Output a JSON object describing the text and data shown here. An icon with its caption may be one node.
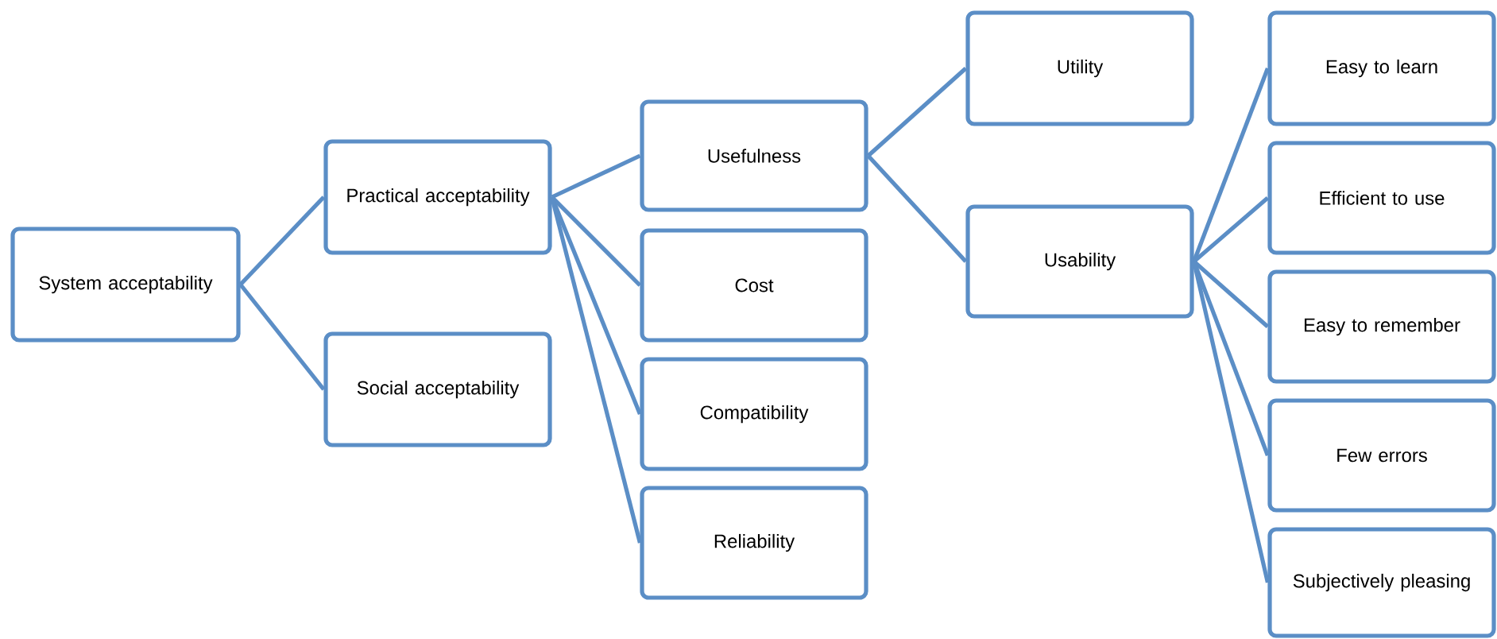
{
  "diagram": {
    "nodes": [
      {
        "text": [
          "System acceptability"
        ]
      },
      {
        "text": [
          "Practical acceptability"
        ]
      },
      {
        "text": [
          "Social acceptability"
        ]
      },
      {
        "text": [
          "Usefulness"
        ]
      },
      {
        "text": [
          "Cost"
        ]
      },
      {
        "text": [
          "Compatibility"
        ]
      },
      {
        "text": [
          "Reliability"
        ]
      },
      {
        "text": [
          "Utility"
        ]
      },
      {
        "text": [
          "Usability"
        ]
      },
      {
        "text": [
          "Easy to learn"
        ]
      },
      {
        "text": [
          "Efficient to use"
        ]
      },
      {
        "text": [
          "Easy to remember"
        ]
      },
      {
        "text": [
          "Few errors"
        ]
      },
      {
        "text": [
          "Subjectively pleasing"
        ]
      }
    ],
    "edges": [
      {
        "from": 0,
        "to": 1,
        "arrow": "none"
      },
      {
        "from": 0,
        "to": 2,
        "arrow": "none"
      },
      {
        "from": 1,
        "to": 3,
        "arrow": "none"
      },
      {
        "from": 1,
        "to": 4,
        "arrow": "none"
      },
      {
        "from": 1,
        "to": 5,
        "arrow": "none"
      },
      {
        "from": 1,
        "to": 6,
        "arrow": "none"
      },
      {
        "from": 3,
        "to": 7,
        "arrow": "none"
      },
      {
        "from": 3,
        "to": 8,
        "arrow": "none"
      },
      {
        "from": 8,
        "to": 9,
        "arrow": "none"
      },
      {
        "from": 8,
        "to": 10,
        "arrow": "none"
      },
      {
        "from": 8,
        "to": 11,
        "arrow": "none"
      },
      {
        "from": 8,
        "to": 12,
        "arrow": "none"
      },
      {
        "from": 8,
        "to": 13,
        "arrow": "none"
      }
    ]
  }
}
